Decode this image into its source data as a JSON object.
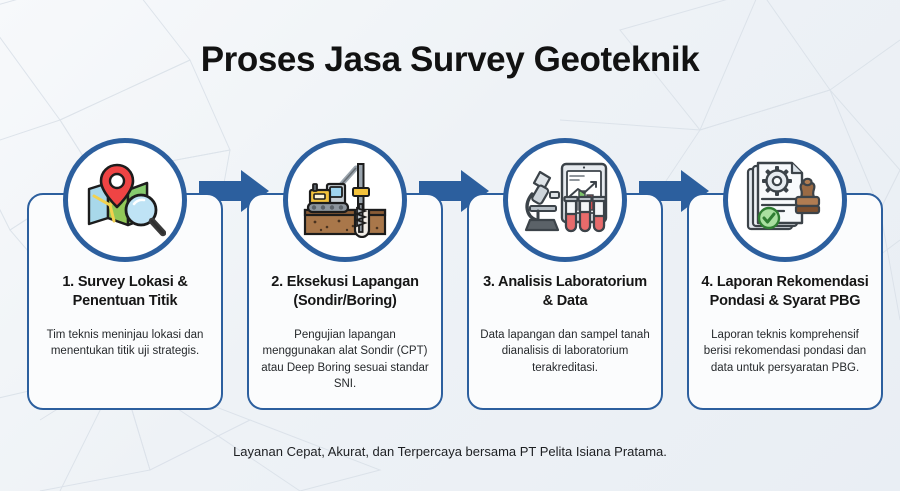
{
  "header": {
    "title": "Proses Jasa Survey Geoteknik"
  },
  "footer": {
    "note": "Layanan Cepat, Akurat, dan Terpercaya bersama PT Pelita Isiana Pratama."
  },
  "theme": {
    "accent_blue": "#2c5f9e",
    "arrow_blue": "#2c5f9e",
    "background": "#eef2f6",
    "card_background": "#fbfcfd",
    "title_text": "#121212",
    "body_text": "#26292c"
  },
  "steps": [
    {
      "number": "1",
      "icon": "map-location-search-icon",
      "title": "1. Survey Lokasi & Penentuan Titik",
      "description": "Tim teknis meninjau lokasi dan menentukan titik uji strategis."
    },
    {
      "number": "2",
      "icon": "drilling-rig-icon",
      "title": "2. Eksekusi Lapangan (Sondir/Boring)",
      "description": "Pengujian lapangan menggunakan alat Sondir (CPT) atau Deep Boring sesuai standar SNI."
    },
    {
      "number": "3",
      "icon": "microscope-lab-analysis-icon",
      "title": "3. Analisis Laboratorium & Data",
      "description": "Data lapangan dan sampel tanah dianalisis di laboratorium terakreditasi."
    },
    {
      "number": "4",
      "icon": "report-document-stamp-icon",
      "title": "4. Laporan Rekomendasi Pondasi & Syarat PBG",
      "description": "Laporan teknis komprehensif berisi rekomendasi pondasi dan data untuk persyaratan PBG."
    }
  ],
  "arrows": [
    {
      "name": "arrow-step1-to-step2"
    },
    {
      "name": "arrow-step2-to-step3"
    },
    {
      "name": "arrow-step3-to-step4"
    }
  ]
}
